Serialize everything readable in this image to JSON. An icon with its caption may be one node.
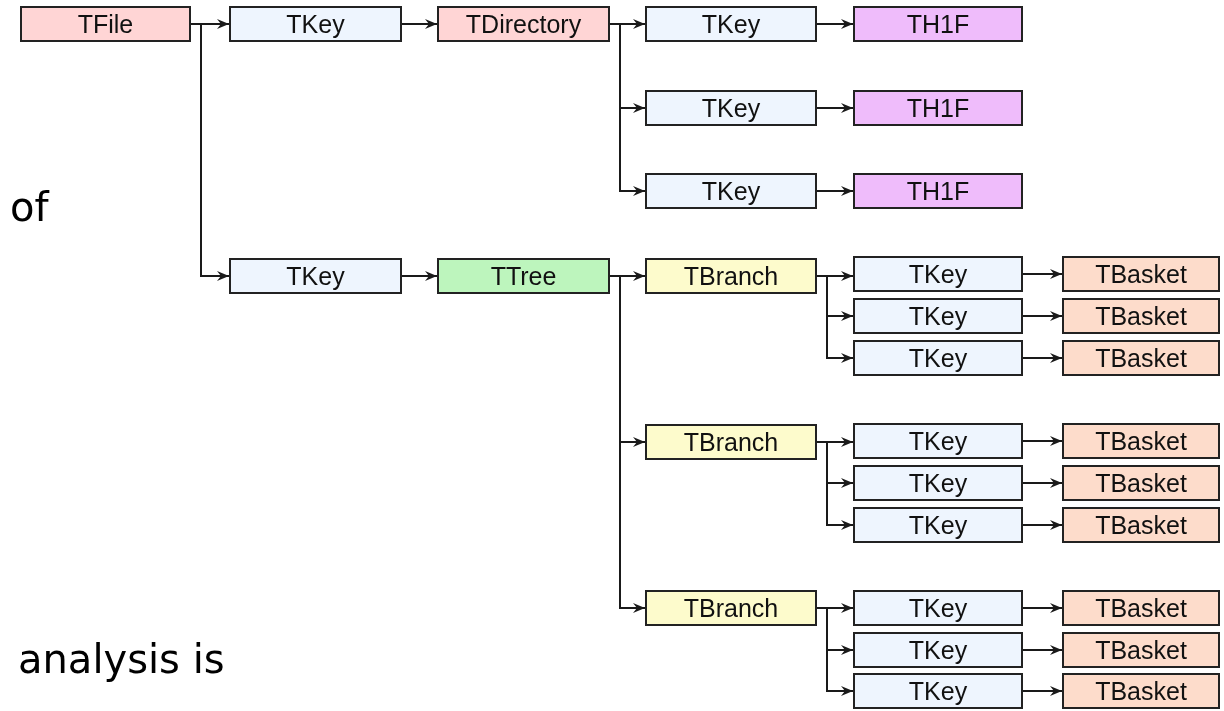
{
  "diagram": {
    "nodes": [
      {
        "text": [
          "TFile"
        ]
      },
      {
        "text": [
          "TKey"
        ]
      },
      {
        "text": [
          "TDirectory"
        ]
      },
      {
        "text": [
          "TKey"
        ]
      },
      {
        "text": [
          "TH1F"
        ]
      },
      {
        "text": [
          "TKey"
        ]
      },
      {
        "text": [
          "TH1F"
        ]
      },
      {
        "text": [
          "TKey"
        ]
      },
      {
        "text": [
          "TH1F"
        ]
      },
      {
        "text": [
          "TKey"
        ]
      },
      {
        "text": [
          "TTree"
        ]
      },
      {
        "text": [
          "TBranch"
        ]
      },
      {
        "text": [
          "TKey"
        ]
      },
      {
        "text": [
          "TBasket"
        ]
      },
      {
        "text": [
          "TKey"
        ]
      },
      {
        "text": [
          "TBasket"
        ]
      },
      {
        "text": [
          "TKey"
        ]
      },
      {
        "text": [
          "TBasket"
        ]
      },
      {
        "text": [
          "TBranch"
        ]
      },
      {
        "text": [
          "TKey"
        ]
      },
      {
        "text": [
          "TBasket"
        ]
      },
      {
        "text": [
          "TKey"
        ]
      },
      {
        "text": [
          "TBasket"
        ]
      },
      {
        "text": [
          "TKey"
        ]
      },
      {
        "text": [
          "TBasket"
        ]
      },
      {
        "text": [
          "TBranch"
        ]
      },
      {
        "text": [
          "TKey"
        ]
      },
      {
        "text": [
          "TBasket"
        ]
      },
      {
        "text": [
          "TKey"
        ]
      },
      {
        "text": [
          "TBasket"
        ]
      },
      {
        "text": [
          "TKey"
        ]
      },
      {
        "text": [
          "TBasket"
        ]
      }
    ],
    "edges": [
      {
        "from": 0,
        "to": 1,
        "arrow": "to"
      },
      {
        "from": 0,
        "to": 9,
        "arrow": "to"
      },
      {
        "from": 1,
        "to": 2,
        "arrow": "to"
      },
      {
        "from": 2,
        "to": 3,
        "arrow": "to"
      },
      {
        "from": 2,
        "to": 5,
        "arrow": "to"
      },
      {
        "from": 2,
        "to": 7,
        "arrow": "to"
      },
      {
        "from": 3,
        "to": 4,
        "arrow": "to"
      },
      {
        "from": 5,
        "to": 6,
        "arrow": "to"
      },
      {
        "from": 7,
        "to": 8,
        "arrow": "to"
      },
      {
        "from": 9,
        "to": 10,
        "arrow": "to"
      },
      {
        "from": 10,
        "to": 11,
        "arrow": "to"
      },
      {
        "from": 10,
        "to": 18,
        "arrow": "to"
      },
      {
        "from": 10,
        "to": 25,
        "arrow": "to"
      },
      {
        "from": 11,
        "to": 12,
        "arrow": "to"
      },
      {
        "from": 11,
        "to": 14,
        "arrow": "to"
      },
      {
        "from": 11,
        "to": 16,
        "arrow": "to"
      },
      {
        "from": 12,
        "to": 13,
        "arrow": "to"
      },
      {
        "from": 14,
        "to": 15,
        "arrow": "to"
      },
      {
        "from": 16,
        "to": 17,
        "arrow": "to"
      },
      {
        "from": 18,
        "to": 19,
        "arrow": "to"
      },
      {
        "from": 18,
        "to": 21,
        "arrow": "to"
      },
      {
        "from": 18,
        "to": 23,
        "arrow": "to"
      },
      {
        "from": 19,
        "to": 20,
        "arrow": "to"
      },
      {
        "from": 21,
        "to": 22,
        "arrow": "to"
      },
      {
        "from": 23,
        "to": 24,
        "arrow": "to"
      },
      {
        "from": 25,
        "to": 26,
        "arrow": "to"
      },
      {
        "from": 25,
        "to": 28,
        "arrow": "to"
      },
      {
        "from": 25,
        "to": 30,
        "arrow": "to"
      },
      {
        "from": 26,
        "to": 27,
        "arrow": "to"
      },
      {
        "from": 28,
        "to": 29,
        "arrow": "to"
      },
      {
        "from": 30,
        "to": 31,
        "arrow": "to"
      }
    ],
    "labels": [
      "of",
      "analysis is"
    ]
  }
}
